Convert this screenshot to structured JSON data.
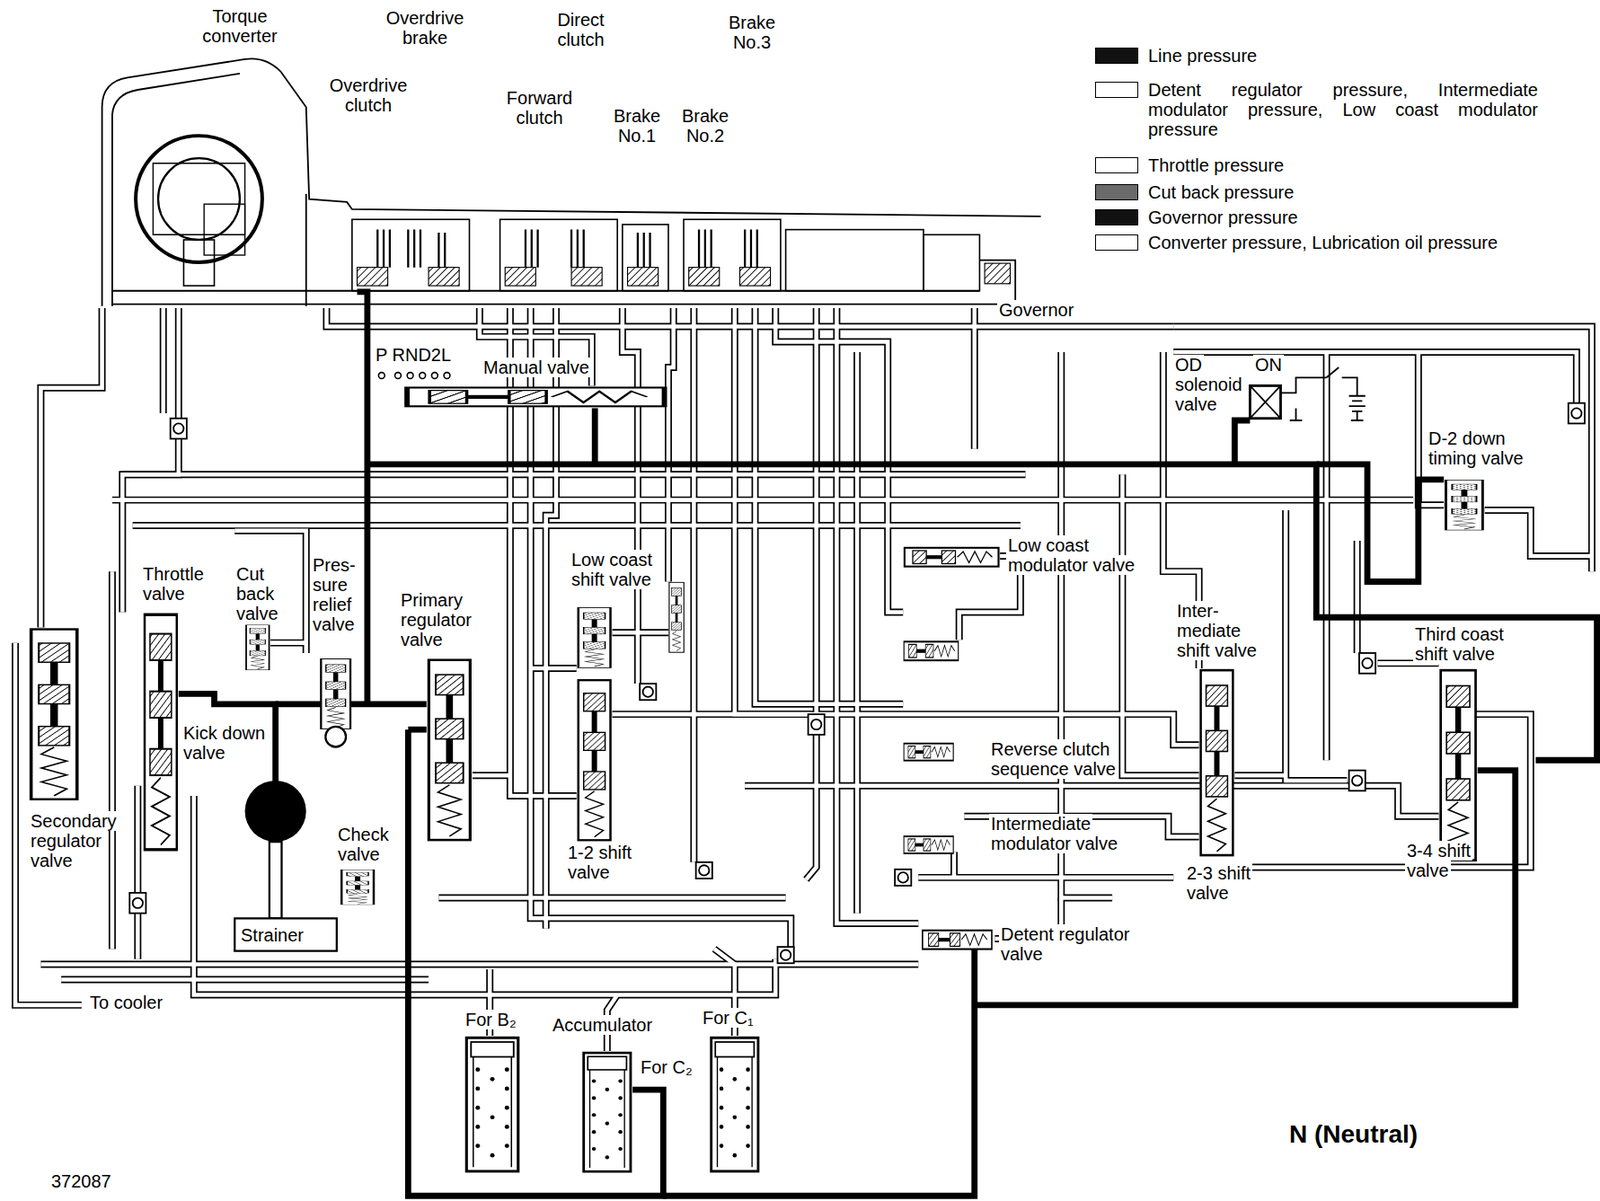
{
  "diagram": {
    "title": "N (Neutral)",
    "labels": [
      "Torque converter",
      "Overdrive brake",
      "Overdrive clutch",
      "Direct clutch",
      "Brake No.3",
      "Forward clutch",
      "Brake No.1",
      "Brake No.2",
      "Governor",
      "P RND2L",
      "Manual valve",
      "OD solenoid valve",
      "ON",
      "D-2 down timing valve",
      "Low coast modulator valve",
      "Low coast shift valve",
      "Inter- mediate shift valve",
      "Third coast shift valve",
      "Throttle valve",
      "Cut back valve",
      "Pres- sure relief valve",
      "Primary regulator valve",
      "Kick down valve",
      "Secondary regulator valve",
      "Reverse clutch sequence valve",
      "Intermediate modulator valve",
      "1-2 shift valve",
      "2-3 shift valve",
      "3-4 shift valve",
      "Check valve",
      "Strainer",
      "To cooler",
      "Detent regulator valve",
      "For B₂",
      "Accumulator",
      "For C₁",
      "For C₂",
      "372087"
    ],
    "legend": [
      {
        "text": "Line pressure",
        "color": "#111111"
      },
      {
        "text": "Detent regulator pressure, Intermediate modulator pressure, Low coast modulator pressure",
        "color": "#ffffff"
      },
      {
        "text": "Throttle pressure",
        "color": "#ffffff"
      },
      {
        "text": "Cut back pressure",
        "color": "#6a6a6a"
      },
      {
        "text": "Governor pressure",
        "color": "#111111"
      },
      {
        "text": "Converter pressure, Lubrication oil pressure",
        "color": "#ffffff"
      }
    ]
  }
}
